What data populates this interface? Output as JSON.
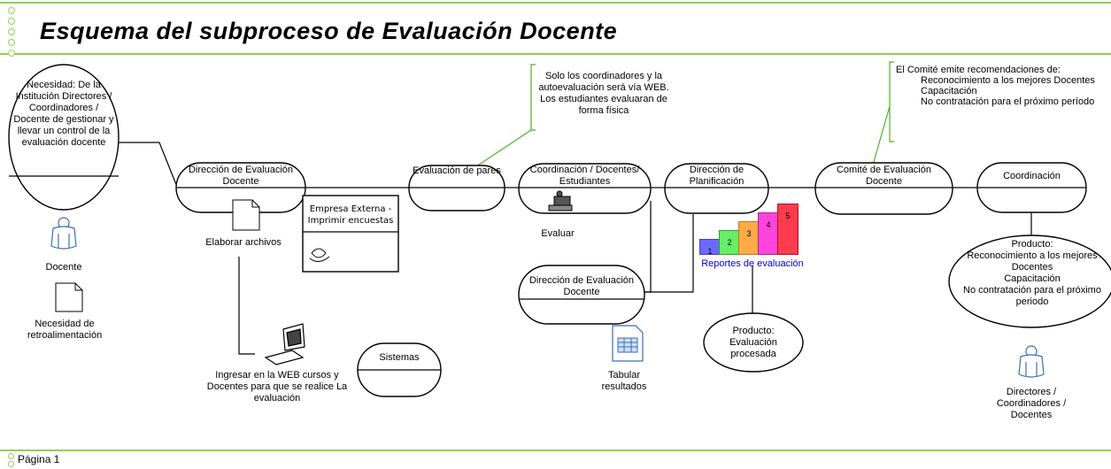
{
  "title": "Esquema del subproceso de Evaluación Docente",
  "footer": {
    "page_label": "Página 1"
  },
  "nodes": {
    "necesidad": "Necesidad: De la Institución Directores / Coordinadores / Docente de gestionar y llevar un control de la evaluación docente",
    "direccion_evaluacion_1": "Dirección de Evaluación Docente",
    "evaluacion_pares": "Evaluación de pares",
    "coordinacion_docentes": "Coordinación / Docentes/ Estudiantes",
    "direccion_planificacion": "Dirección de Planificación",
    "comite_evaluacion": "Comité de Evaluación Docente",
    "coordinacion": "Coordinación",
    "direccion_evaluacion_2": "Dirección de Evaluación Docente",
    "sistemas": "Sistemas",
    "producto_evaluacion": "Producto: Evaluación procesada",
    "producto_final_title": "Producto:",
    "producto_final_items": [
      "Reconocimiento a los mejores Docentes",
      "Capacitación",
      "No contratación para el próximo periodo"
    ],
    "empresa_externa": "Empresa Externa - Imprimir encuestas"
  },
  "labels": {
    "docente": "Docente",
    "necesidad_retro": "Necesidad de retroalimentación",
    "elaborar_archivos": "Elaborar archivos",
    "ingresar_web": "Ingresar en la WEB cursos y Docentes para que se realice La evaluación",
    "evaluar": "Evaluar",
    "tabular": "Tabular resultados",
    "reportes": "Reportes de evaluación",
    "directores": "Directores / Coordinadores / Docentes"
  },
  "notes": {
    "web_note": "Solo los coordinadores y la autoevaluación será vía WEB. Los estudiantes evaluaran de forma física",
    "comite_title": "El Comité emite recomendaciones de:",
    "comite_items": [
      "Reconocimiento a los mejores Docentes",
      "Capacitación",
      "No contratación para el próximo período"
    ]
  },
  "bars": [
    "1",
    "2",
    "3",
    "4",
    "5"
  ],
  "colors": {
    "accent_green": "#92d050",
    "bar_blue": "#6a6aff",
    "bar_green": "#66ee66",
    "bar_orange": "#ffaa44",
    "bar_magenta": "#ff44dd",
    "bar_red": "#ff3b4e",
    "reportes_blue": "#0000cc"
  }
}
